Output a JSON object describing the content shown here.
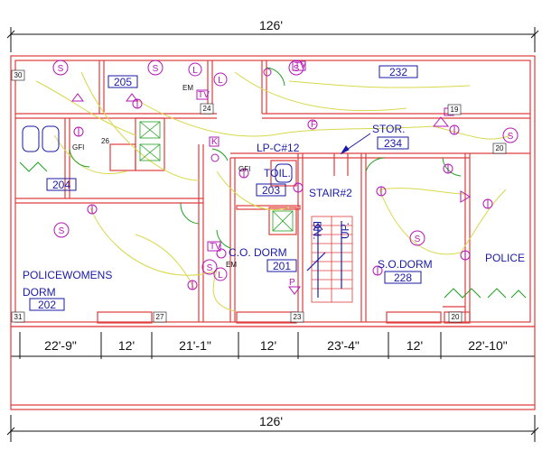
{
  "colors": {
    "wall": "#e03c3c",
    "dimension": "#111111",
    "room_label": "#1a1aa6",
    "wiring": "#d8d84a",
    "symbol": "#b318b3",
    "door": "#20a020",
    "fixture": "#1a1aa6"
  },
  "dimensions": {
    "overall_top": "126'",
    "overall_bottom": "126'",
    "segments": [
      "22'-9\"",
      "12'",
      "21'-1\"",
      "12'",
      "23'-4\"",
      "12'",
      "22'-10\""
    ]
  },
  "rooms": [
    {
      "name": "",
      "number": "205"
    },
    {
      "name": "",
      "number": "232"
    },
    {
      "name": "STOR.",
      "number": "234"
    },
    {
      "name": "",
      "number": "204"
    },
    {
      "name": "TOIL.",
      "number": "203"
    },
    {
      "name": "C.O. DORM",
      "number": "201"
    },
    {
      "name": "POLICEWOMENS",
      "number": ""
    },
    {
      "name": "DORM",
      "number": "202"
    },
    {
      "name": "S.O.DORM",
      "number": "228"
    },
    {
      "name": "POLICE",
      "number": ""
    },
    {
      "name": "STAIR#2",
      "number": ""
    }
  ],
  "stair": {
    "dn": "DN.",
    "up": "UP."
  },
  "panel": "LP-C#12",
  "grid_tags": [
    "30",
    "24",
    "19",
    "20",
    "31",
    "27",
    "23",
    "20",
    "26"
  ],
  "symbols": {
    "speaker": "S",
    "light": "L",
    "gfi": "GFI",
    "tv": "TV",
    "em": "EM",
    "k": "K",
    "f": "F",
    "p": "P"
  }
}
